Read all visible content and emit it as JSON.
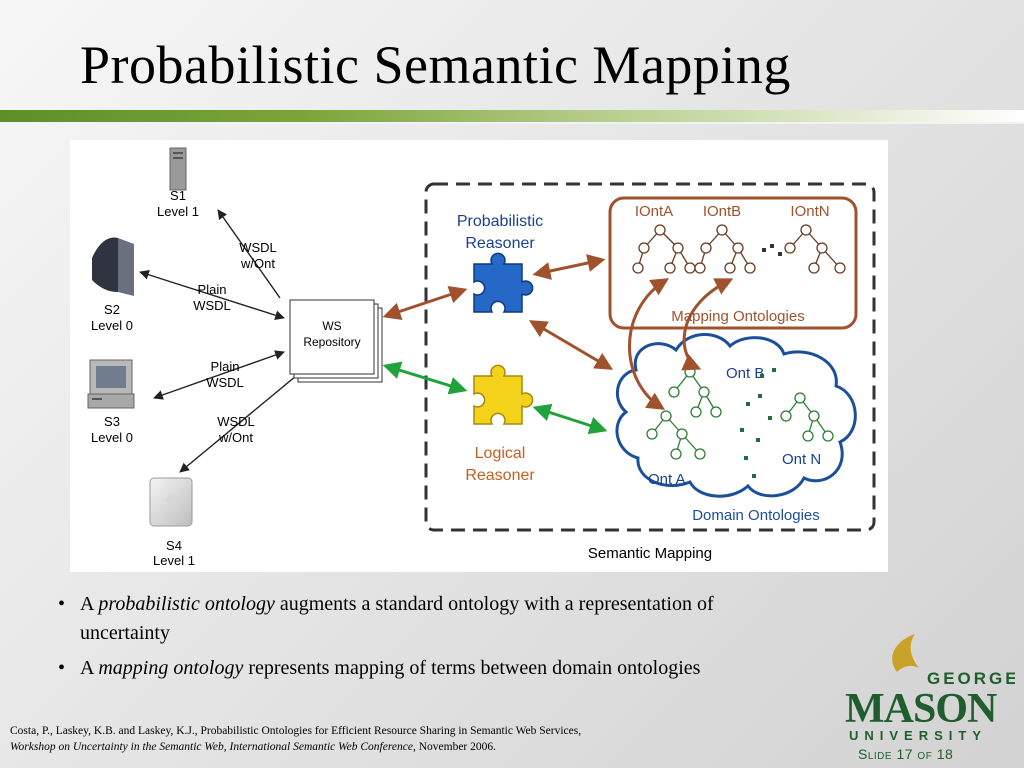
{
  "slide": {
    "title": "Probabilistic Semantic Mapping",
    "number_label": "Slide 17 of 18"
  },
  "diagram": {
    "servers": [
      {
        "name": "S1",
        "level": "Level 1"
      },
      {
        "name": "S2",
        "level": "Level 0"
      },
      {
        "name": "S3",
        "level": "Level 0"
      },
      {
        "name": "S4",
        "level": "Level 1"
      }
    ],
    "links": {
      "s1": [
        "WSDL",
        "w/Ont"
      ],
      "s2": [
        "Plain",
        "WSDL"
      ],
      "s3": [
        "Plain",
        "WSDL"
      ],
      "s4": [
        "WSDL",
        "w/Ont"
      ]
    },
    "repository": [
      "WS",
      "Repository"
    ],
    "probabilistic_reasoner": [
      "Probabilistic",
      "Reasoner"
    ],
    "logical_reasoner": [
      "Logical",
      "Reasoner"
    ],
    "mapping_box": {
      "ontologies": [
        "IOntA",
        "IOntB",
        "IOntN"
      ],
      "label": "Mapping Ontologies"
    },
    "domain_cloud": {
      "ont_b": "Ont B",
      "ont_a": "Ont A",
      "ont_n": "Ont N",
      "label": "Domain Ontologies"
    },
    "outer_label": "Semantic Mapping",
    "colors": {
      "brown": "#a0522d",
      "green": "#1fa33a",
      "blue": "#1b4f9c",
      "tree": "#2e7d32"
    }
  },
  "bullets": [
    {
      "pre": "A ",
      "em": "probabilistic ontology",
      "post": " augments a standard ontology with a representation of uncertainty"
    },
    {
      "pre": "A ",
      "em": "mapping ontology",
      "post": " represents mapping of terms between domain ontologies"
    }
  ],
  "citation": {
    "line1": "Costa, P., Laskey, K.B. and Laskey, K.J., Probabilistic Ontologies for Efficient Resource Sharing in Semantic Web Services,",
    "line2_italic": "Workshop on Uncertainty in the Semantic Web, International Semantic Web Conference,",
    "line2_rest": " November 2006."
  },
  "logo": {
    "george": "GEORGE",
    "mason": "MASON",
    "university": "UNIVERSITY",
    "colors": {
      "green": "#1f5e2c",
      "gold": "#c9a227"
    }
  }
}
